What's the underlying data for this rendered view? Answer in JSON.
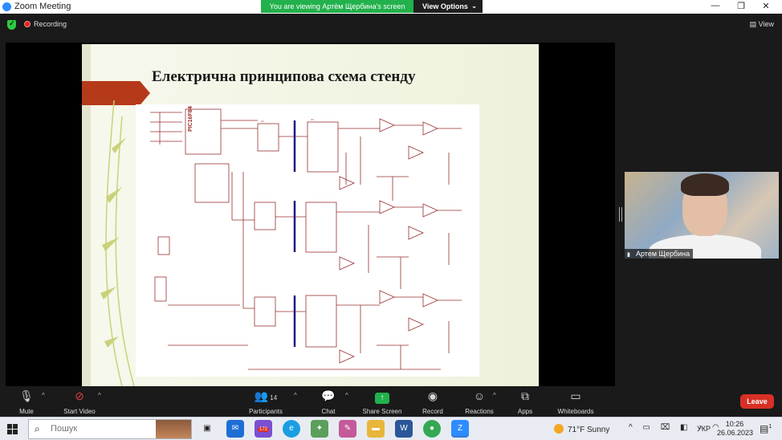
{
  "window": {
    "title": "Zoom Meeting",
    "viewing_banner": "You are viewing Артём Щербина's screen",
    "view_options_label": "View Options",
    "minimize_glyph": "—",
    "maximize_glyph": "❐",
    "close_glyph": "✕"
  },
  "topbar": {
    "recording_label": "Recording",
    "view_label": "View"
  },
  "slide": {
    "title": "Електрична принципова схема стенду",
    "mcu_label": "PIC16F84"
  },
  "participant_video": {
    "name": "Артем Щербина"
  },
  "toolbar": {
    "mute_label": "Mute",
    "start_video_label": "Start Video",
    "participants_label": "Participants",
    "participants_count": "14",
    "chat_label": "Chat",
    "share_screen_label": "Share Screen",
    "record_label": "Record",
    "reactions_label": "Reactions",
    "apps_label": "Apps",
    "whiteboards_label": "Whiteboards",
    "leave_label": "Leave",
    "share_color": "#22b14c",
    "leave_color": "#d93025"
  },
  "taskbar": {
    "search_placeholder": "Пошук",
    "viber_badge": "172",
    "weather_temp": "71°F",
    "weather_text": "Sunny",
    "language": "УКР",
    "time": "10:26",
    "date": "26.06.2023",
    "notification_count": "1",
    "apps": [
      "task-view-icon",
      "mail-icon",
      "viber-icon",
      "edge-icon",
      "tool-icon",
      "paint-icon",
      "file-explorer-icon",
      "word-icon",
      "chrome-icon",
      "zoom-icon"
    ]
  }
}
